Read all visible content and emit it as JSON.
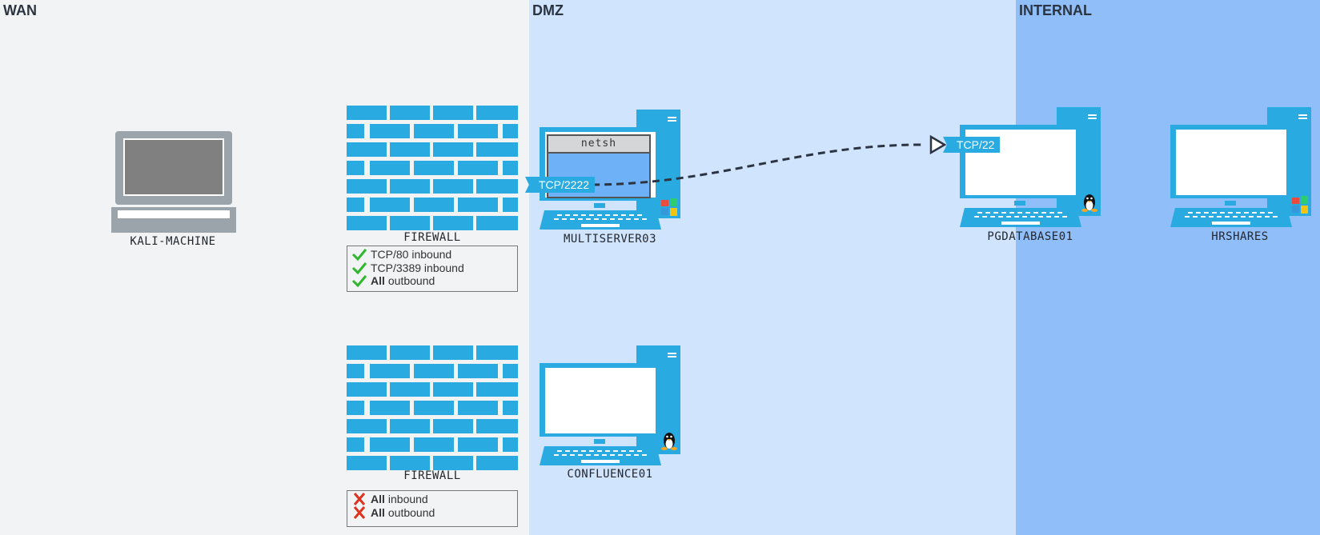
{
  "zones": [
    {
      "id": "wan",
      "title": "WAN"
    },
    {
      "id": "dmz",
      "title": "DMZ"
    },
    {
      "id": "internal",
      "title": "INTERNAL"
    }
  ],
  "nodes": {
    "kali": {
      "label": "KALI-MACHINE",
      "icon": "laptop-icon",
      "os": ""
    },
    "firewall_top": {
      "label": "FIREWALL",
      "icon": "firewall-icon"
    },
    "firewall_bottom": {
      "label": "FIREWALL",
      "icon": "firewall-icon"
    },
    "multiserver": {
      "label": "MULTISERVER03",
      "icon": "server-computer-icon",
      "os": "windows-icon",
      "tool": "netsh"
    },
    "confluence": {
      "label": "CONFLUENCE01",
      "icon": "server-computer-icon",
      "os": "linux-icon"
    },
    "pgdatabase": {
      "label": "PGDATABASE01",
      "icon": "server-computer-icon",
      "os": "linux-icon"
    },
    "hrshares": {
      "label": "HRSHARES",
      "icon": "server-computer-icon",
      "os": "windows-icon"
    }
  },
  "firewall_rules": {
    "top": [
      {
        "allowed": true,
        "bold": "",
        "text": "TCP/80 inbound"
      },
      {
        "allowed": true,
        "bold": "",
        "text": "TCP/3389 inbound"
      },
      {
        "allowed": true,
        "bold": "All",
        "text": "outbound"
      }
    ],
    "bottom": [
      {
        "allowed": false,
        "bold": "All",
        "text": "inbound"
      },
      {
        "allowed": false,
        "bold": "All",
        "text": "outbound"
      }
    ]
  },
  "ports": {
    "listen": "TCP/2222",
    "target": "TCP/22"
  },
  "colors": {
    "wan": "#f2f3f4",
    "dmz": "#d0e4fd",
    "internal": "#90bef9",
    "device": "#29abe2",
    "laptop": "#9ba3ab",
    "allow": "#2eb82e",
    "deny": "#e0301e"
  }
}
